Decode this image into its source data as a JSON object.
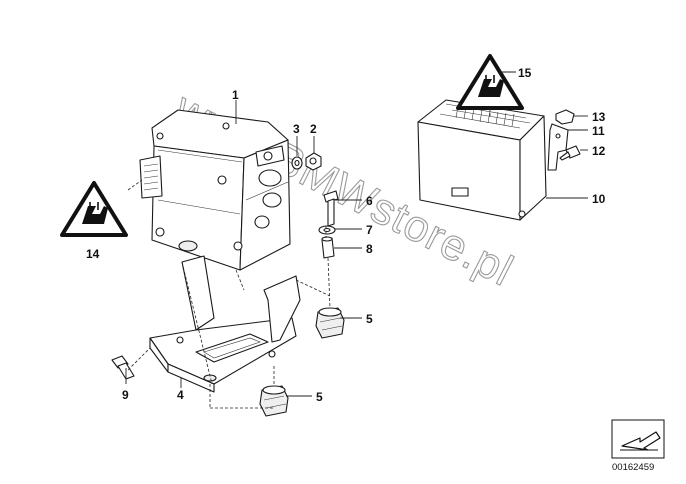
{
  "watermark": "www.BMWstore.pl",
  "reference_number": "00162459",
  "callouts": [
    "1",
    "2",
    "3",
    "4",
    "5",
    "5",
    "6",
    "7",
    "8",
    "9",
    "10",
    "11",
    "12",
    "13",
    "14",
    "15"
  ],
  "warning_symbol_label": "ESD caution"
}
